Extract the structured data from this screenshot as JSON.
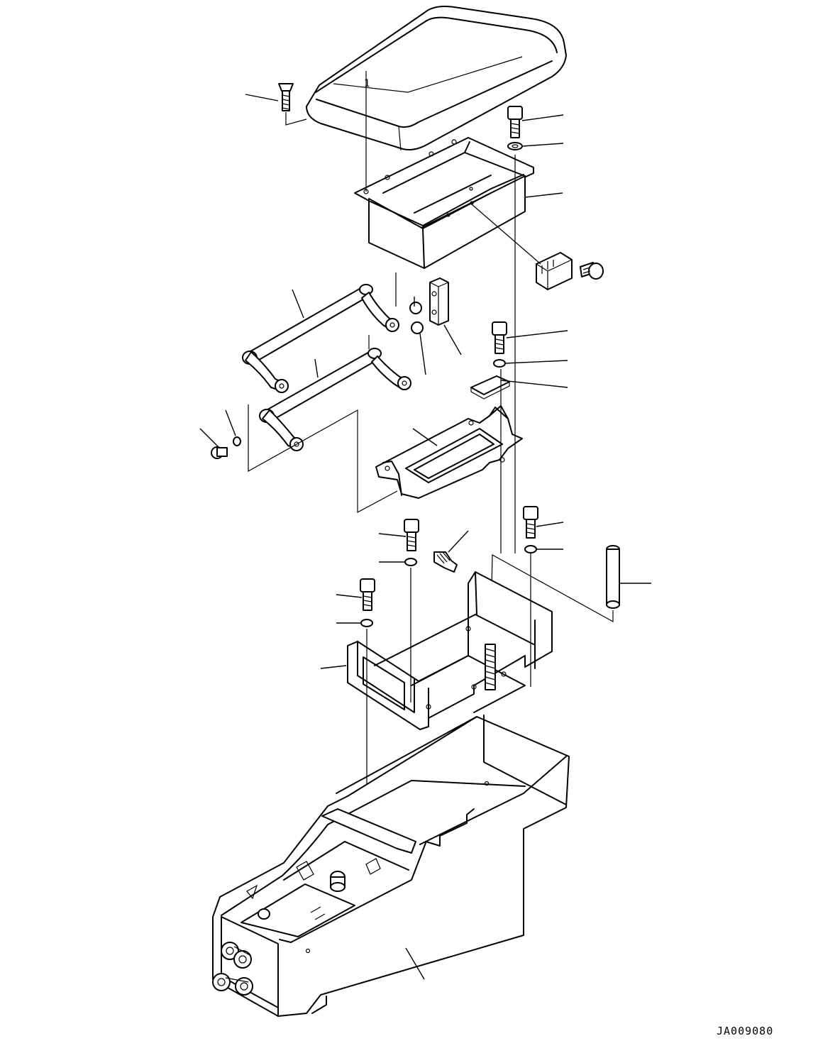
{
  "figure": {
    "drawing_code": "JA009080",
    "callout_label": "1"
  },
  "parts": [
    "armrest-cushion",
    "cushion-bracket",
    "flat-screw",
    "upper-cap-bolt",
    "upper-washer",
    "switch-connector",
    "connector-bolt",
    "parallel-link-upper",
    "parallel-link-lower",
    "bushing",
    "block",
    "pivot-pin",
    "pin-washer",
    "bolt-1",
    "washer-1",
    "plate",
    "slide-plate",
    "bolt-2",
    "washer-2",
    "bolt-3",
    "washer-3",
    "bolt-4",
    "washer-4",
    "bolt-5",
    "washer-5",
    "lock-screw",
    "guide-pin",
    "base-bracket",
    "spring",
    "console-box"
  ]
}
